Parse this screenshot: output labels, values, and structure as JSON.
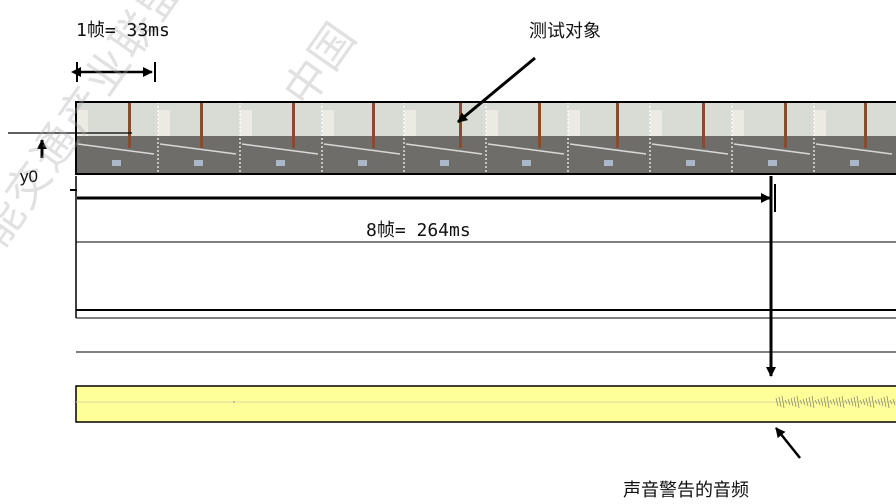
{
  "labels": {
    "frame_duration": "1帧= 33ms",
    "test_object": "测试对象",
    "y0": "y0",
    "delay": "8帧= 264ms",
    "audio_warning": "声音警告的音频"
  },
  "watermark": {
    "left_text": "能交通产业联盟",
    "top_text": "中国"
  },
  "colors": {
    "audio_band": "#ffff99",
    "frame_sky": "#d9dcd4",
    "frame_ground": "#6e6d69",
    "pole": "#8a4a2c"
  },
  "filmstrip": {
    "frame_count": 10
  }
}
